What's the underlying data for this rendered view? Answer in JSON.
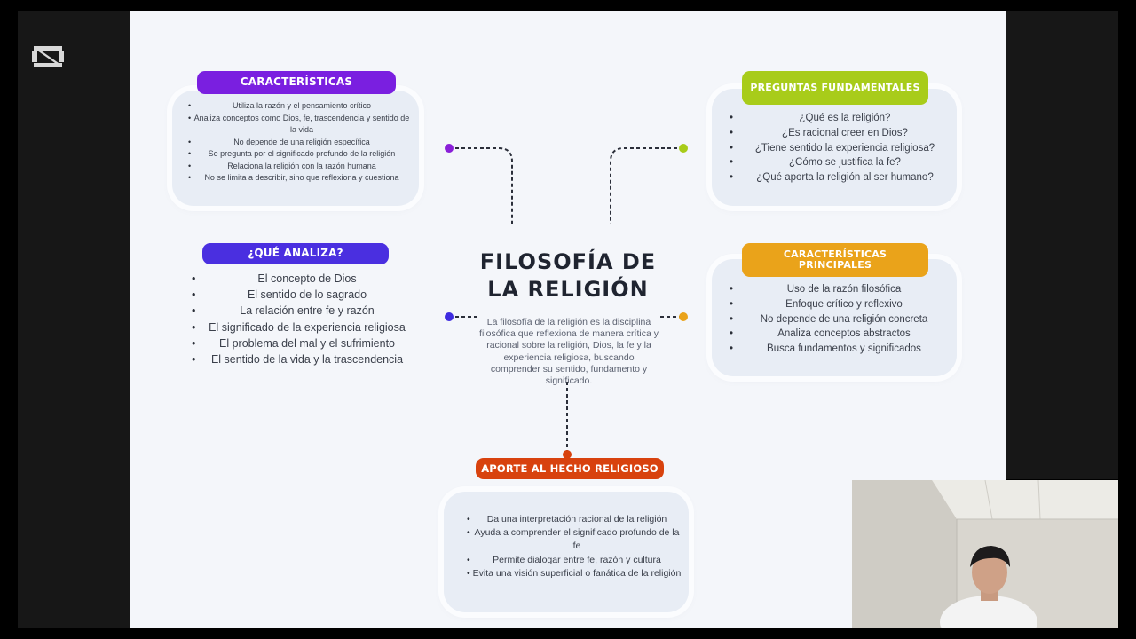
{
  "app": {
    "logo_icon": "capcut-logo-icon"
  },
  "colors": {
    "purple": "#7a1fe0",
    "indigo": "#4a2fe0",
    "lime": "#a8cc1a",
    "orange": "#eaa31a",
    "red": "#d8420e"
  },
  "slide": {
    "title_line1": "FILOSOFÍA DE",
    "title_line2": "LA RELIGIÓN",
    "description": "La filosofía de la religión es la disciplina filosófica que reflexiona de manera crítica y racional sobre la religión, Dios, la fe y la experiencia religiosa, buscando comprender su sentido, fundamento y significado.",
    "caracteristicas": {
      "label": "CARACTERÍSTICAS",
      "items": [
        "Utiliza la razón y el pensamiento crítico",
        "Analiza conceptos como Dios, fe, trascendencia y sentido de la vida",
        "No depende de una religión específica",
        "Se pregunta por el significado profundo de la religión",
        "Relaciona la religión con la razón humana",
        "No se limita a describir, sino que reflexiona y cuestiona"
      ]
    },
    "que_analiza": {
      "label": "¿QUÉ ANALIZA?",
      "items": [
        "El concepto de Dios",
        "El sentido de lo sagrado",
        "La relación entre fe y razón",
        "El significado de la experiencia religiosa",
        "El problema del mal y el sufrimiento",
        "El sentido de la vida y la trascendencia"
      ]
    },
    "preguntas": {
      "label": "PREGUNTAS FUNDAMENTALES",
      "items": [
        "¿Qué es la religión?",
        "¿Es racional creer en Dios?",
        "¿Tiene sentido la experiencia religiosa?",
        "¿Cómo se justifica la fe?",
        "¿Qué aporta la religión al ser humano?"
      ]
    },
    "principales": {
      "label_line1": "CARACTERÍSTICAS",
      "label_line2": "PRINCIPALES",
      "items": [
        "Uso de la razón filosófica",
        "Enfoque crítico y reflexivo",
        "No depende de una religión concreta",
        "Analiza conceptos abstractos",
        "Busca fundamentos y significados"
      ]
    },
    "aporte": {
      "label": "APORTE AL HECHO RELIGIOSO",
      "items": [
        "Da una interpretación racional de la religión",
        "Ayuda a comprender el significado profundo de la fe",
        "Permite dialogar entre fe, razón y cultura",
        "Evita una visión superficial o fanática de la religión"
      ]
    }
  }
}
